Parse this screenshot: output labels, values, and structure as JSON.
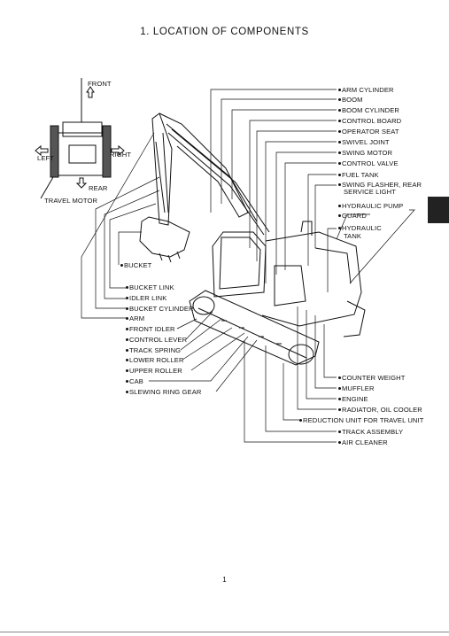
{
  "title": "1.  LOCATION OF COMPONENTS",
  "page_number": "1",
  "inset": {
    "front": "FRONT",
    "left": "LEFT",
    "right": "RIGHT",
    "rear": "REAR",
    "travel_motor": "TRAVEL MOTOR"
  },
  "right_labels": [
    "ARM CYLINDER",
    "BOOM",
    "BOOM CYLINDER",
    "CONTROL BOARD",
    "OPERATOR SEAT",
    "SWIVEL JOINT",
    "SWING MOTOR",
    "CONTROL VALVE",
    "FUEL TANK",
    "SWING FLASHER, REAR",
    "SERVICE LIGHT",
    "HYDRAULIC PUMP",
    "GUARD",
    "HYDRAULIC",
    "TANK"
  ],
  "left_labels": [
    "BUCKET",
    "BUCKET LINK",
    "IDLER LINK",
    "BUCKET CYLINDER",
    "ARM",
    "FRONT IDLER",
    "CONTROL LEVER",
    "TRACK SPRING",
    "LOWER ROLLER",
    "UPPER ROLLER",
    "CAB",
    "SLEWING RING GEAR"
  ],
  "bottom_labels": [
    "COUNTER WEIGHT",
    "MUFFLER",
    "ENGINE",
    "RADIATOR, OIL COOLER",
    "REDUCTION UNIT FOR TRAVEL UNIT",
    "TRACK ASSEMBLY",
    "AIR CLEANER"
  ]
}
